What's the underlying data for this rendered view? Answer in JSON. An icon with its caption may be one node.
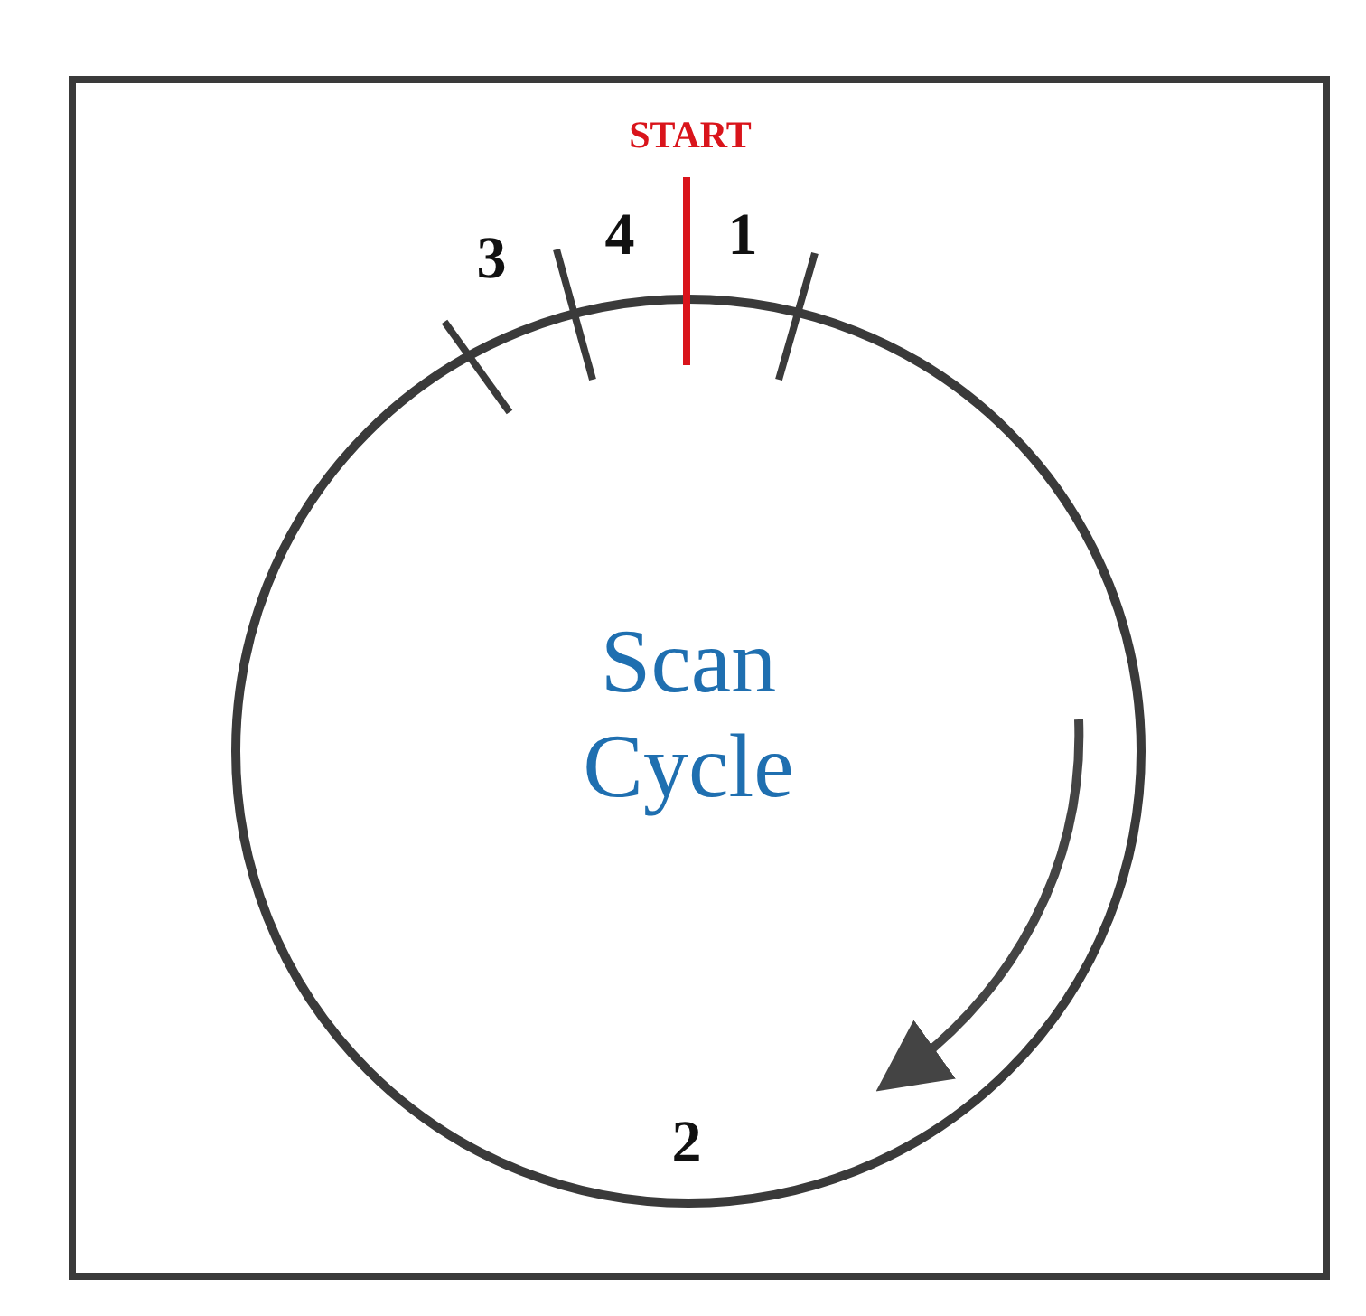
{
  "diagram": {
    "nodes": [
      {
        "text": [
          "Scan Cycle"
        ]
      }
    ],
    "labels": [
      "START",
      "3",
      "4",
      "1",
      "2"
    ]
  }
}
